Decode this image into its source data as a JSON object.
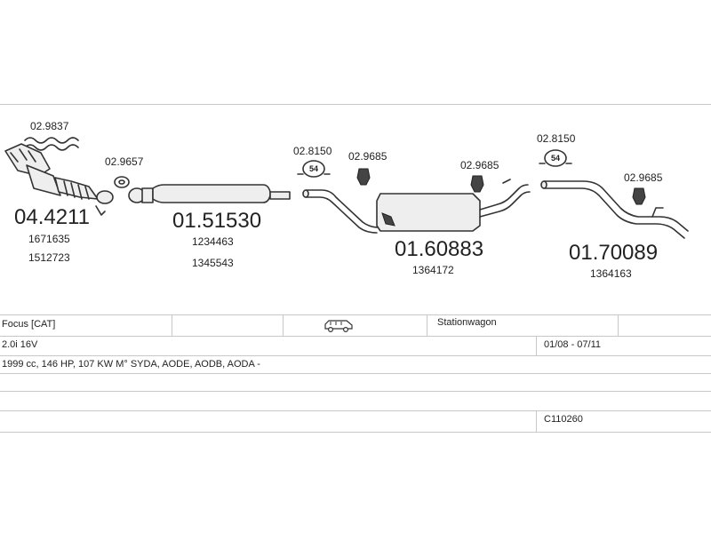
{
  "parts": {
    "gasket_top": "02.9837",
    "gasket_front": "02.9657",
    "cat_number": "04.4211",
    "cat_ref1": "1671635",
    "cat_ref2": "1512723",
    "front_pipe_number": "01.51530",
    "front_ref1": "1234463",
    "front_ref2": "1345543",
    "clamp_mid": "02.8150",
    "mount_mid": "02.9685",
    "center_number": "01.60883",
    "center_ref": "1364172",
    "mount_mid2": "02.9685",
    "clamp_rear": "02.8150",
    "mount_rear": "02.9685",
    "rear_number": "01.70089",
    "rear_ref": "1364163",
    "clamp_size": "54"
  },
  "table": {
    "model": "Focus  [CAT]",
    "body": "Stationwagon",
    "engine": "2.0i 16V",
    "years": "01/08 - 07/11",
    "spec": "1999 cc, 146 HP, 107 KW M° SYDA, AODE, AODB, AODA -",
    "code": "C110260"
  },
  "icons": {
    "car": "stationwagon-car-icon"
  }
}
